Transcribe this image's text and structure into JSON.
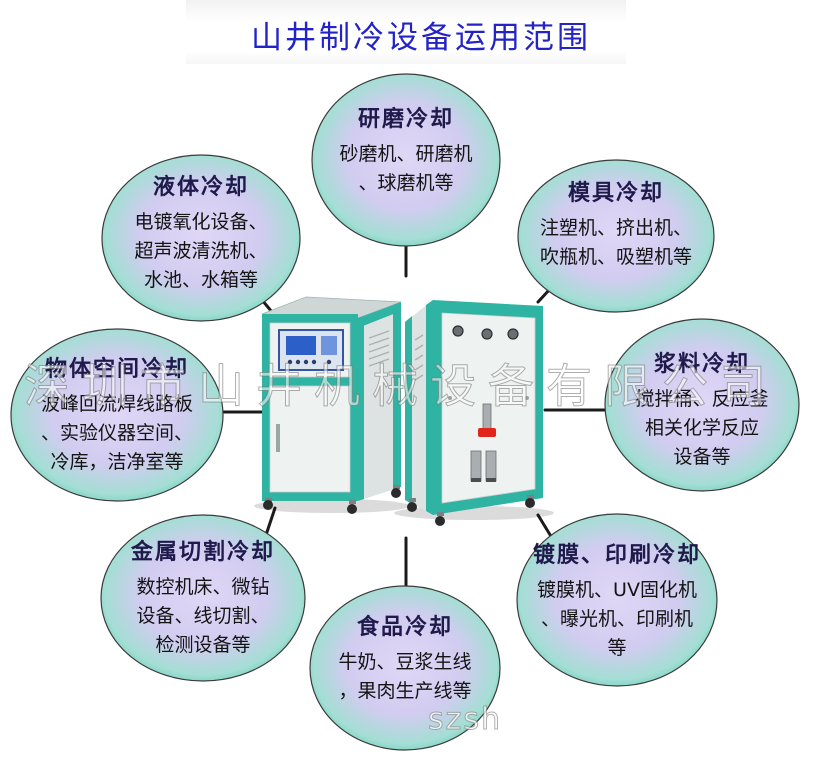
{
  "title": "山井制冷设备运用范围",
  "watermark": "深圳市山井机械设备有限公司",
  "corner_watermark": "szsh",
  "colors": {
    "title": "#2323c8",
    "bubble_center": "#e0d7f6",
    "bubble_edge": "#6fcfbf",
    "bubble_title": "#201a4c",
    "machine_frame": "#2fb3a3",
    "valve": "#e1251b"
  },
  "applications": {
    "grinding": {
      "title": "研磨冷却",
      "lines": [
        "砂磨机、研磨机",
        "、球磨机等"
      ]
    },
    "liquid": {
      "title": "液体冷却",
      "lines": [
        "电镀氧化设备、",
        "超声波清洗机、",
        "水池、水箱等"
      ]
    },
    "mold": {
      "title": "模具冷却",
      "lines": [
        "注塑机、挤出机、",
        "吹瓶机、吸塑机等"
      ]
    },
    "space": {
      "title": "物体空间冷却",
      "lines": [
        "波峰回流焊线路板",
        "、实验仪器空间、",
        "冷库，洁净室等"
      ]
    },
    "slurry": {
      "title": "浆料冷却",
      "lines": [
        "搅拌桶、反应釜",
        "相关化学反应",
        "设备等"
      ]
    },
    "metal": {
      "title": "金属切割冷却",
      "lines": [
        "数控机床、微钻",
        "设备、线切割、",
        "检测设备等"
      ]
    },
    "food": {
      "title": "食品冷却",
      "lines": [
        "牛奶、豆浆生线",
        "，果肉生产线等"
      ]
    },
    "coating": {
      "title": "镀膜、印刷冷却",
      "lines": [
        "镀膜机、UV固化机",
        "、曝光机、印刷机",
        "等"
      ]
    }
  }
}
